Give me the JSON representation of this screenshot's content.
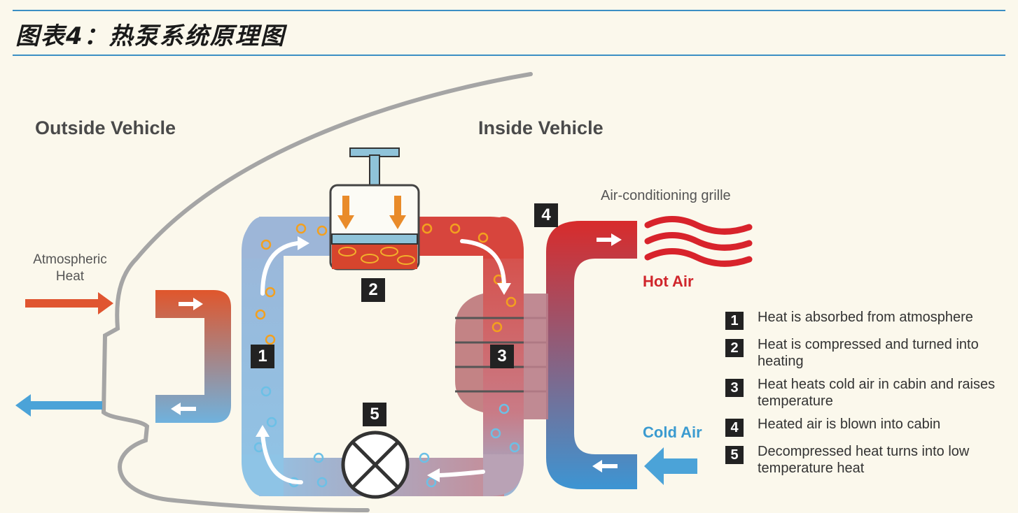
{
  "title": "图表4：热泵系统原理图",
  "labels": {
    "outside": "Outside Vehicle",
    "inside": "Inside Vehicle",
    "atmospheric_heat": "Atmospheric\nHeat",
    "grille": "Air-conditioning grille",
    "hot_air": "Hot Air",
    "cold_air": "Cold Air"
  },
  "badges": [
    "1",
    "2",
    "3",
    "4",
    "5"
  ],
  "legend": [
    {
      "num": "1",
      "text": "Heat is absorbed from atmosphere"
    },
    {
      "num": "2",
      "text": "Heat is compressed and turned into heating"
    },
    {
      "num": "3",
      "text": "Heat heats cold air in cabin and raises temperature"
    },
    {
      "num": "4",
      "text": "Heated air is blown into cabin"
    },
    {
      "num": "5",
      "text": "Decompressed heat turns into low temperature heat"
    }
  ],
  "colors": {
    "hot": "#d0262c",
    "cold": "#3b9bd0",
    "rule": "#3b8fc4",
    "background": "#fbf8ec"
  }
}
